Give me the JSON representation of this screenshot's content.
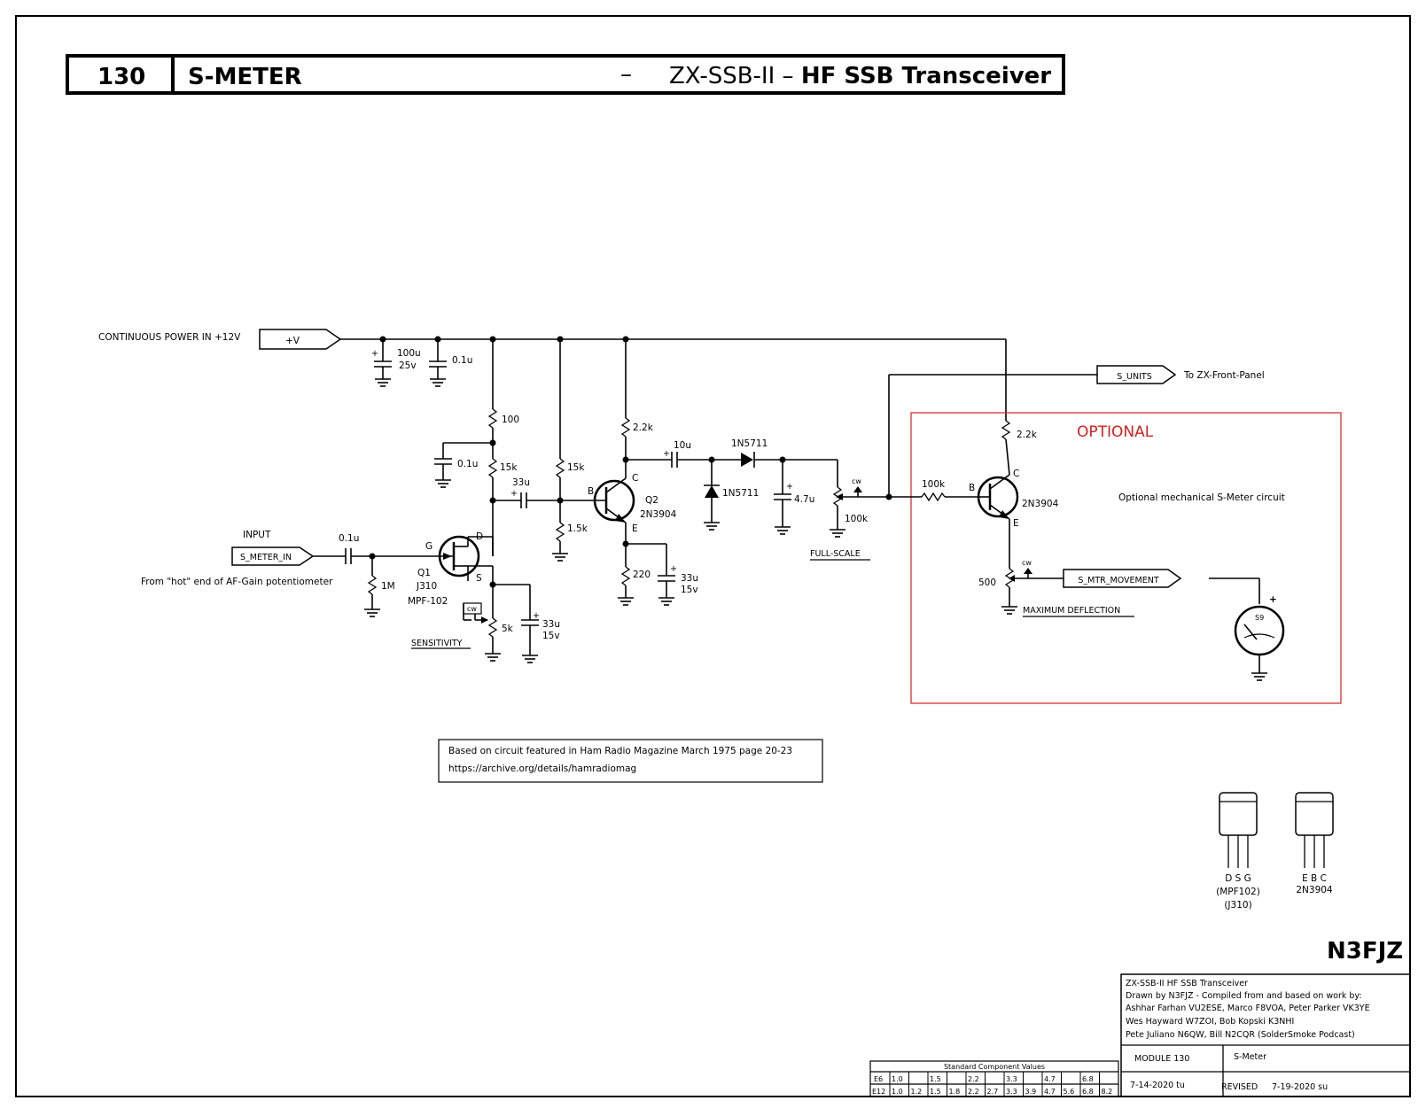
{
  "header": {
    "number": "130",
    "title": "S-METER",
    "dash": "–",
    "project_prefix": "ZX-SSB-II – ",
    "project_bold": "HF SSB Transceiver"
  },
  "labels": {
    "power_in": "CONTINUOUS POWER IN +12V",
    "vplus": "+V",
    "input": "INPUT",
    "s_meter_in": "S_METER_IN",
    "from_hot": "From \"hot\" end of AF-Gain potentiometer",
    "s_units": "S_UNITS",
    "to_front_panel": "To ZX-Front-Panel",
    "s_mtr_movement": "S_MTR_MOVEMENT",
    "optional": "OPTIONAL",
    "optional_desc": "Optional mechanical S-Meter circuit",
    "sensitivity": "SENSITIVITY",
    "full_scale": "FULL-SCALE",
    "max_deflection": "MAXIMUM DEFLECTION",
    "meter_label": "S9",
    "plus": "+"
  },
  "components": {
    "c_100u": "100u",
    "c_25v": "25v",
    "c_01u_a": "0.1u",
    "r_100": "100",
    "c_01u_b": "0.1u",
    "r_15k_a": "15k",
    "r_15k_b": "15k",
    "c_33u_a": "33u",
    "r_15k_c": "1.5k",
    "c_01u_c": "0.1u",
    "r_1m": "1M",
    "q1": "Q1",
    "q1_part": "J310",
    "q1_alt": "MPF-102",
    "g": "G",
    "d": "D",
    "s": "S",
    "cw1": "cw",
    "r_5k": "5k",
    "c_33u_b": "33u",
    "c_15v_b": "15v",
    "b1": "B",
    "c1": "C",
    "e1": "E",
    "q2": "Q2",
    "q2_part": "2N3904",
    "r_22k_a": "2.2k",
    "r_220": "220",
    "c_33u_c": "33u",
    "c_15v_c": "15v",
    "c_10u": "10u",
    "d1": "1N5711",
    "d2": "1N5711",
    "c_47u": "4.7u",
    "cw2": "cw",
    "r_100k_pot": "100k",
    "r_100k": "100k",
    "b2": "B",
    "c2": "C",
    "e2": "E",
    "q3_part": "2N3904",
    "r_22k_b": "2.2k",
    "cw3": "cw",
    "r_500": "500"
  },
  "note": {
    "line1": "Based on circuit featured in Ham Radio Magazine March 1975 page 20-23",
    "line2": "https://archive.org/details/hamradiomag"
  },
  "pinouts": {
    "fet_pins": "D  S  G",
    "fet_name1": "(MPF102)",
    "fet_name2": "(J310)",
    "bjt_pins": "E  B  C",
    "bjt_name": "2N3904"
  },
  "title_block": {
    "author_mark": "N3FJZ",
    "line1": "ZX-SSB-II HF SSB Transceiver",
    "line2": "Drawn by N3FJZ - Compiled from and based on work by:",
    "line3": "Ashhar Farhan VU2ESE, Marco F8VOA, Peter Parker VK3YE",
    "line4": "Wes Hayward W7ZOI, Bob Kopski K3NHI",
    "line5": "Pete Juliano N6QW, Bill N2CQR (SolderSmoke Podcast)",
    "module": "MODULE 130",
    "module_name": "S-Meter",
    "date": "7-14-2020 tu",
    "revised_label": "REVISED",
    "revised_date": "7-19-2020 su"
  },
  "std_values": {
    "title": "Standard Component Values",
    "e6_label": "E6",
    "e6": [
      "1.0",
      "",
      "1.5",
      "",
      "2.2",
      "",
      "3.3",
      "",
      "4.7",
      "",
      "6.8",
      ""
    ],
    "e12_label": "E12",
    "e12": [
      "1.0",
      "1.2",
      "1.5",
      "1.8",
      "2.2",
      "2.7",
      "3.3",
      "3.9",
      "4.7",
      "5.6",
      "6.8",
      "8.2"
    ]
  },
  "colors": {
    "optional_box": "#d42020",
    "line": "#000000"
  }
}
